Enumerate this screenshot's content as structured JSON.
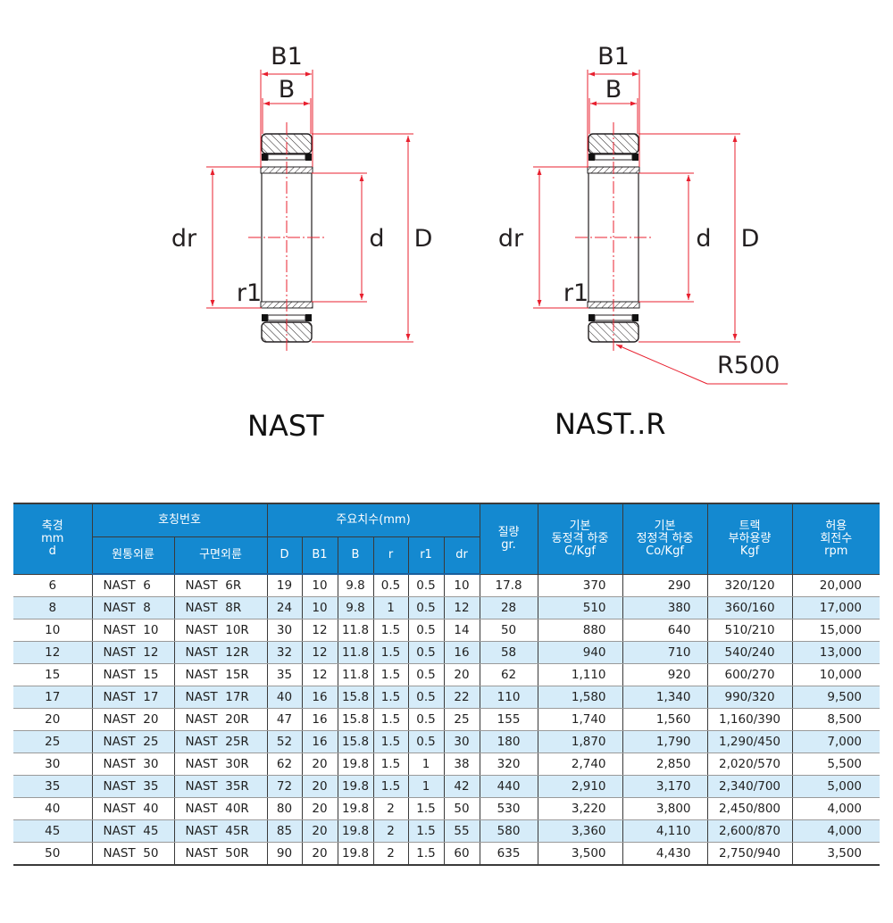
{
  "drawings": [
    {
      "id": "NAST",
      "caption": "NAST",
      "labels": {
        "b1": "B1",
        "b": "B",
        "dr": "dr",
        "d": "d",
        "D": "D",
        "r1": "r1"
      }
    },
    {
      "id": "NAST-R",
      "caption": "NAST..R",
      "labels": {
        "b1": "B1",
        "b": "B",
        "dr": "dr",
        "d": "d",
        "D": "D",
        "r1": "r1",
        "radius": "R500"
      }
    }
  ],
  "colors": {
    "header_bg": "#1489d0",
    "header_text": "#ffffff",
    "alt_row_bg": "#d6ecf9",
    "dimension_line": "#e8202f",
    "outline": "#231f20"
  },
  "table": {
    "header": {
      "shaft": "축경\nmm\nd",
      "shaft_lines": [
        "축경",
        "mm",
        "d"
      ],
      "designation": "호칭번호",
      "designation_sub": [
        "원통외륜",
        "구면외륜"
      ],
      "dimensions": "주요치수(mm)",
      "dimension_cols": [
        "D",
        "B1",
        "B",
        "r",
        "r1",
        "dr"
      ],
      "mass_lines": [
        "질량",
        "gr."
      ],
      "dynamic_lines": [
        "기본",
        "동정격 하중",
        "C/Kgf"
      ],
      "static_lines": [
        "기본",
        "정정격 하중",
        "Co/Kgf"
      ],
      "track_lines": [
        "트랙",
        "부하용량",
        "Kgf"
      ],
      "speed_lines": [
        "허용",
        "회전수",
        "rpm"
      ]
    },
    "rows": [
      {
        "d": "6",
        "cyl": "NAST  6",
        "sph": "NAST  6R",
        "D": "19",
        "B1": "10",
        "B": "9.8",
        "r": "0.5",
        "r1": "0.5",
        "dr": "10",
        "mass": "17.8",
        "C": "370",
        "Co": "290",
        "track": "320/120",
        "rpm": "20,000"
      },
      {
        "d": "8",
        "cyl": "NAST  8",
        "sph": "NAST  8R",
        "D": "24",
        "B1": "10",
        "B": "9.8",
        "r": "1",
        "r1": "0.5",
        "dr": "12",
        "mass": "28",
        "C": "510",
        "Co": "380",
        "track": "360/160",
        "rpm": "17,000"
      },
      {
        "d": "10",
        "cyl": "NAST  10",
        "sph": "NAST  10R",
        "D": "30",
        "B1": "12",
        "B": "11.8",
        "r": "1.5",
        "r1": "0.5",
        "dr": "14",
        "mass": "50",
        "C": "880",
        "Co": "640",
        "track": "510/210",
        "rpm": "15,000"
      },
      {
        "d": "12",
        "cyl": "NAST  12",
        "sph": "NAST  12R",
        "D": "32",
        "B1": "12",
        "B": "11.8",
        "r": "1.5",
        "r1": "0.5",
        "dr": "16",
        "mass": "58",
        "C": "940",
        "Co": "710",
        "track": "540/240",
        "rpm": "13,000"
      },
      {
        "d": "15",
        "cyl": "NAST  15",
        "sph": "NAST  15R",
        "D": "35",
        "B1": "12",
        "B": "11.8",
        "r": "1.5",
        "r1": "0.5",
        "dr": "20",
        "mass": "62",
        "C": "1,110",
        "Co": "920",
        "track": "600/270",
        "rpm": "10,000"
      },
      {
        "d": "17",
        "cyl": "NAST  17",
        "sph": "NAST  17R",
        "D": "40",
        "B1": "16",
        "B": "15.8",
        "r": "1.5",
        "r1": "0.5",
        "dr": "22",
        "mass": "110",
        "C": "1,580",
        "Co": "1,340",
        "track": "990/320",
        "rpm": "9,500"
      },
      {
        "d": "20",
        "cyl": "NAST  20",
        "sph": "NAST  20R",
        "D": "47",
        "B1": "16",
        "B": "15.8",
        "r": "1.5",
        "r1": "0.5",
        "dr": "25",
        "mass": "155",
        "C": "1,740",
        "Co": "1,560",
        "track": "1,160/390",
        "rpm": "8,500"
      },
      {
        "d": "25",
        "cyl": "NAST  25",
        "sph": "NAST  25R",
        "D": "52",
        "B1": "16",
        "B": "15.8",
        "r": "1.5",
        "r1": "0.5",
        "dr": "30",
        "mass": "180",
        "C": "1,870",
        "Co": "1,790",
        "track": "1,290/450",
        "rpm": "7,000"
      },
      {
        "d": "30",
        "cyl": "NAST  30",
        "sph": "NAST  30R",
        "D": "62",
        "B1": "20",
        "B": "19.8",
        "r": "1.5",
        "r1": "1",
        "dr": "38",
        "mass": "320",
        "C": "2,740",
        "Co": "2,850",
        "track": "2,020/570",
        "rpm": "5,500"
      },
      {
        "d": "35",
        "cyl": "NAST  35",
        "sph": "NAST  35R",
        "D": "72",
        "B1": "20",
        "B": "19.8",
        "r": "1.5",
        "r1": "1",
        "dr": "42",
        "mass": "440",
        "C": "2,910",
        "Co": "3,170",
        "track": "2,340/700",
        "rpm": "5,000"
      },
      {
        "d": "40",
        "cyl": "NAST  40",
        "sph": "NAST  40R",
        "D": "80",
        "B1": "20",
        "B": "19.8",
        "r": "2",
        "r1": "1.5",
        "dr": "50",
        "mass": "530",
        "C": "3,220",
        "Co": "3,800",
        "track": "2,450/800",
        "rpm": "4,000"
      },
      {
        "d": "45",
        "cyl": "NAST  45",
        "sph": "NAST  45R",
        "D": "85",
        "B1": "20",
        "B": "19.8",
        "r": "2",
        "r1": "1.5",
        "dr": "55",
        "mass": "580",
        "C": "3,360",
        "Co": "4,110",
        "track": "2,600/870",
        "rpm": "4,000"
      },
      {
        "d": "50",
        "cyl": "NAST  50",
        "sph": "NAST  50R",
        "D": "90",
        "B1": "20",
        "B": "19.8",
        "r": "2",
        "r1": "1.5",
        "dr": "60",
        "mass": "635",
        "C": "3,500",
        "Co": "4,430",
        "track": "2,750/940",
        "rpm": "3,500"
      }
    ]
  }
}
